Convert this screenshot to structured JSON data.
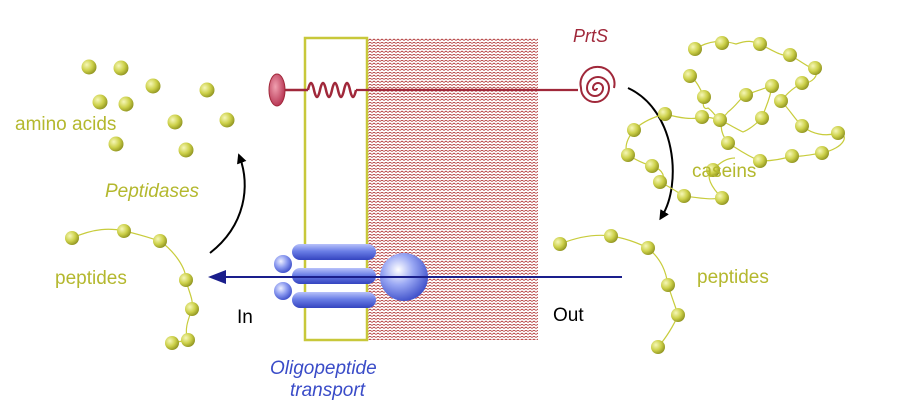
{
  "labels": {
    "amino_acids": "amino acids",
    "peptidases": "Peptidases",
    "peptides_in": "peptides",
    "peptides_out": "peptides",
    "caseins": "caseins",
    "prts": "PrtS",
    "in": "In",
    "out": "Out",
    "transport_line1": "Oligopeptide",
    "transport_line2": "transport"
  },
  "colors": {
    "bead": "#c8cc3c",
    "bead_highlight": "#f6f7b8",
    "olive_text": "#b4b82e",
    "membrane_border": "#c8c83a",
    "wall_hatch": "#b84a4a",
    "protease": "#a0283a",
    "transporter": "#5a6fe0",
    "transporter_text": "#3a4cc8",
    "arrow_blue": "#1a1e8c",
    "black": "#000000"
  }
}
